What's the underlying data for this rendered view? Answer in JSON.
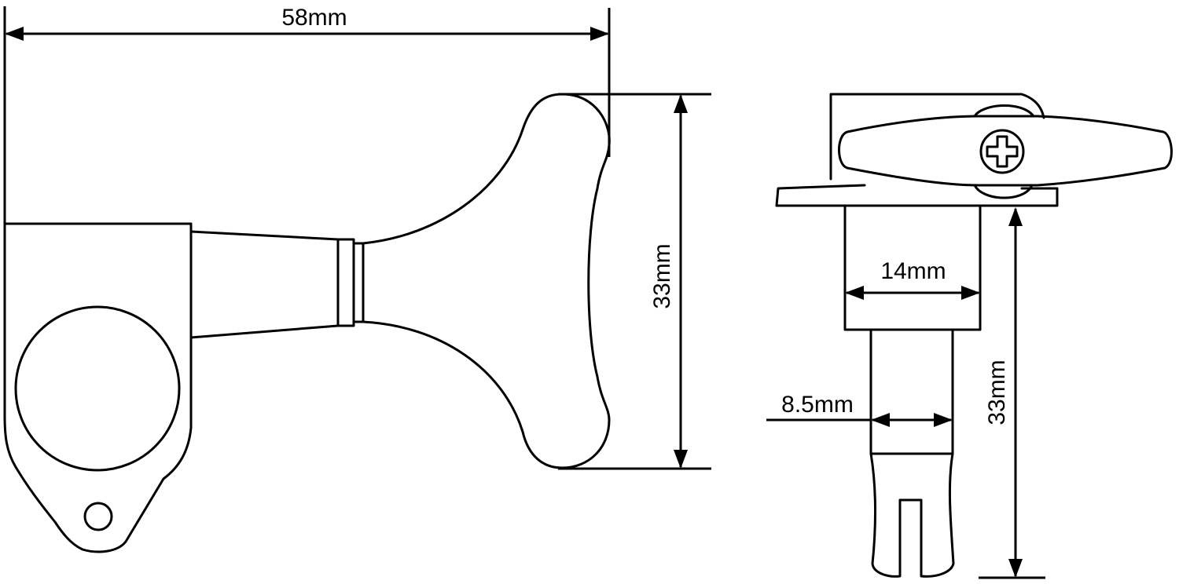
{
  "dimensions": {
    "side_width": "58mm",
    "side_height": "33mm",
    "post_base_width": "14mm",
    "post_width": "8.5mm",
    "post_height": "33mm"
  },
  "colors": {
    "line": "#000000",
    "background": "#ffffff"
  }
}
